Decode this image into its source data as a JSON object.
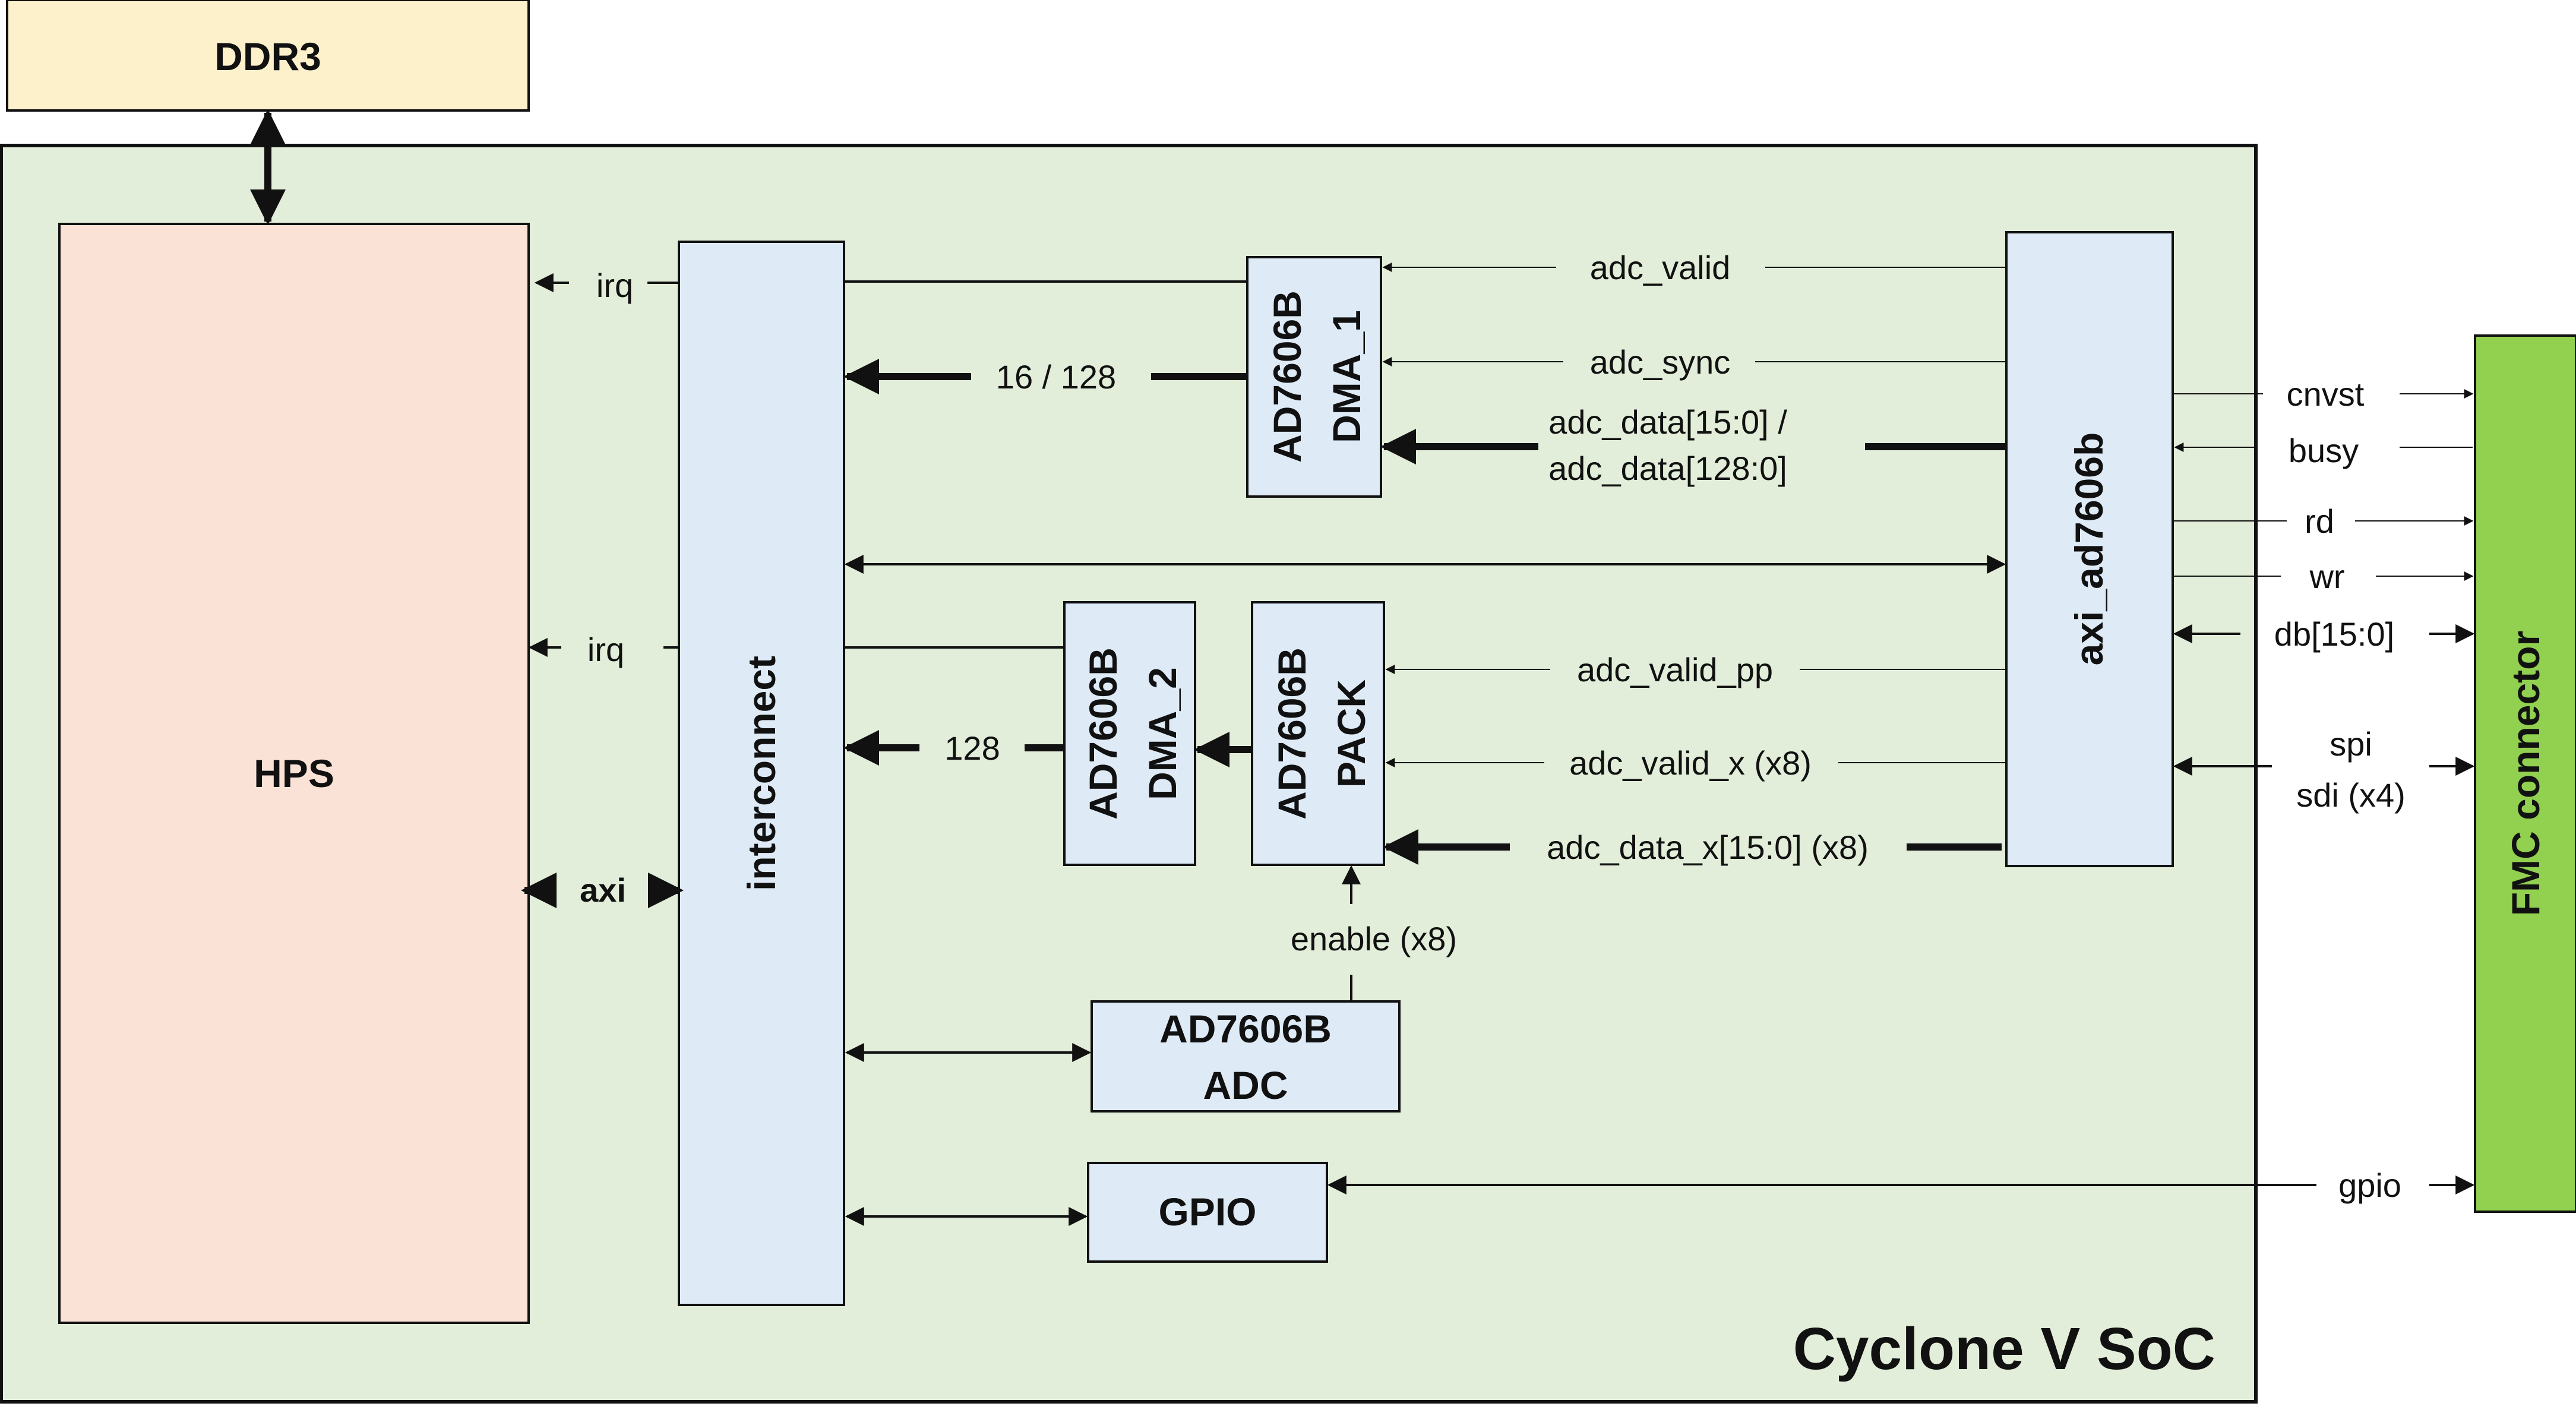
{
  "blocks": {
    "ddr3": "DDR3",
    "soc": "Cyclone V SoC",
    "hps": "HPS",
    "interconnect": "interconnect",
    "dma1_line1": "AD7606B",
    "dma1_line2": "DMA_1",
    "dma2_line1": "AD7606B",
    "dma2_line2": "DMA_2",
    "pack_line1": "AD7606B",
    "pack_line2": "PACK",
    "adc_line1": "AD7606B",
    "adc_line2": "ADC",
    "gpio": "GPIO",
    "axi_ad7606b": "axi_ad7606b",
    "fmc": "FMC connector"
  },
  "signals": {
    "irq1": "irq",
    "irq2": "irq",
    "axi": "axi",
    "width1": "16 / 128",
    "width2": "128",
    "adc_valid": "adc_valid",
    "adc_sync": "adc_sync",
    "adc_data_a": "adc_data[15:0] /",
    "adc_data_b": "adc_data[128:0]",
    "adc_valid_pp": "adc_valid_pp",
    "adc_valid_x": "adc_valid_x (x8)",
    "adc_data_x": "adc_data_x[15:0] (x8)",
    "enable": "enable (x8)",
    "cnvst": "cnvst",
    "busy": "busy",
    "rd": "rd",
    "wr": "wr",
    "db": "db[15:0]",
    "spi": "spi",
    "sdi": "sdi (x4)",
    "gpio": "gpio"
  },
  "colors": {
    "ddr3_fill": "#fdf1cc",
    "soc_fill": "#e2eed9",
    "hps_fill": "#fae3d6",
    "block_fill": "#deebf7",
    "fmc_fill": "#92d050",
    "line": "#111111"
  }
}
